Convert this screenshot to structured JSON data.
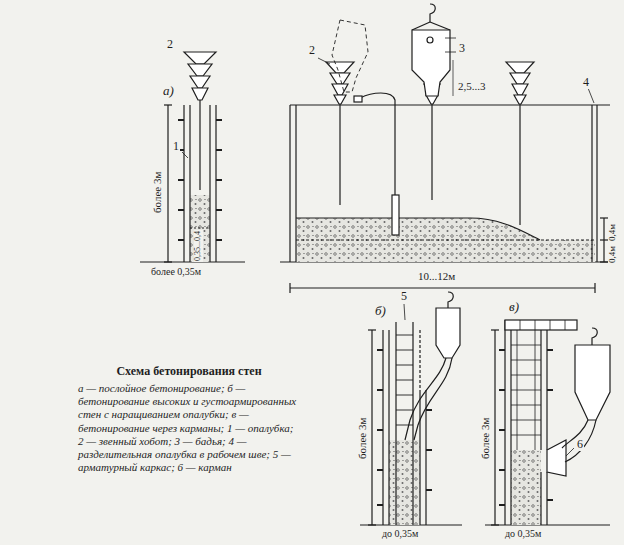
{
  "diagram": {
    "title": "Схема бетонирования стен",
    "caption": "а — послойное бетонирование; б — бетонирование высоких и густоармированных стен с наращиванием опалубки; в — бетонирование через карманы; 1 — опалубка; 2 — звенный хобот; 3 — бадья; 4 — разделительная опалубка в рабочем шве; 5 — арматурный каркас; 6 — карман",
    "labels": [
      "а)",
      "2",
      "1",
      "более 3м",
      "0,35...0,4",
      "более 0,35м",
      "2",
      "3",
      "2,5...3",
      "4",
      "0,4м",
      "0,4м",
      "10...12м",
      "б)",
      "5",
      "более 3м",
      "до 0,35м",
      "в)",
      "6",
      "более 3м",
      "до 0,35м"
    ]
  }
}
